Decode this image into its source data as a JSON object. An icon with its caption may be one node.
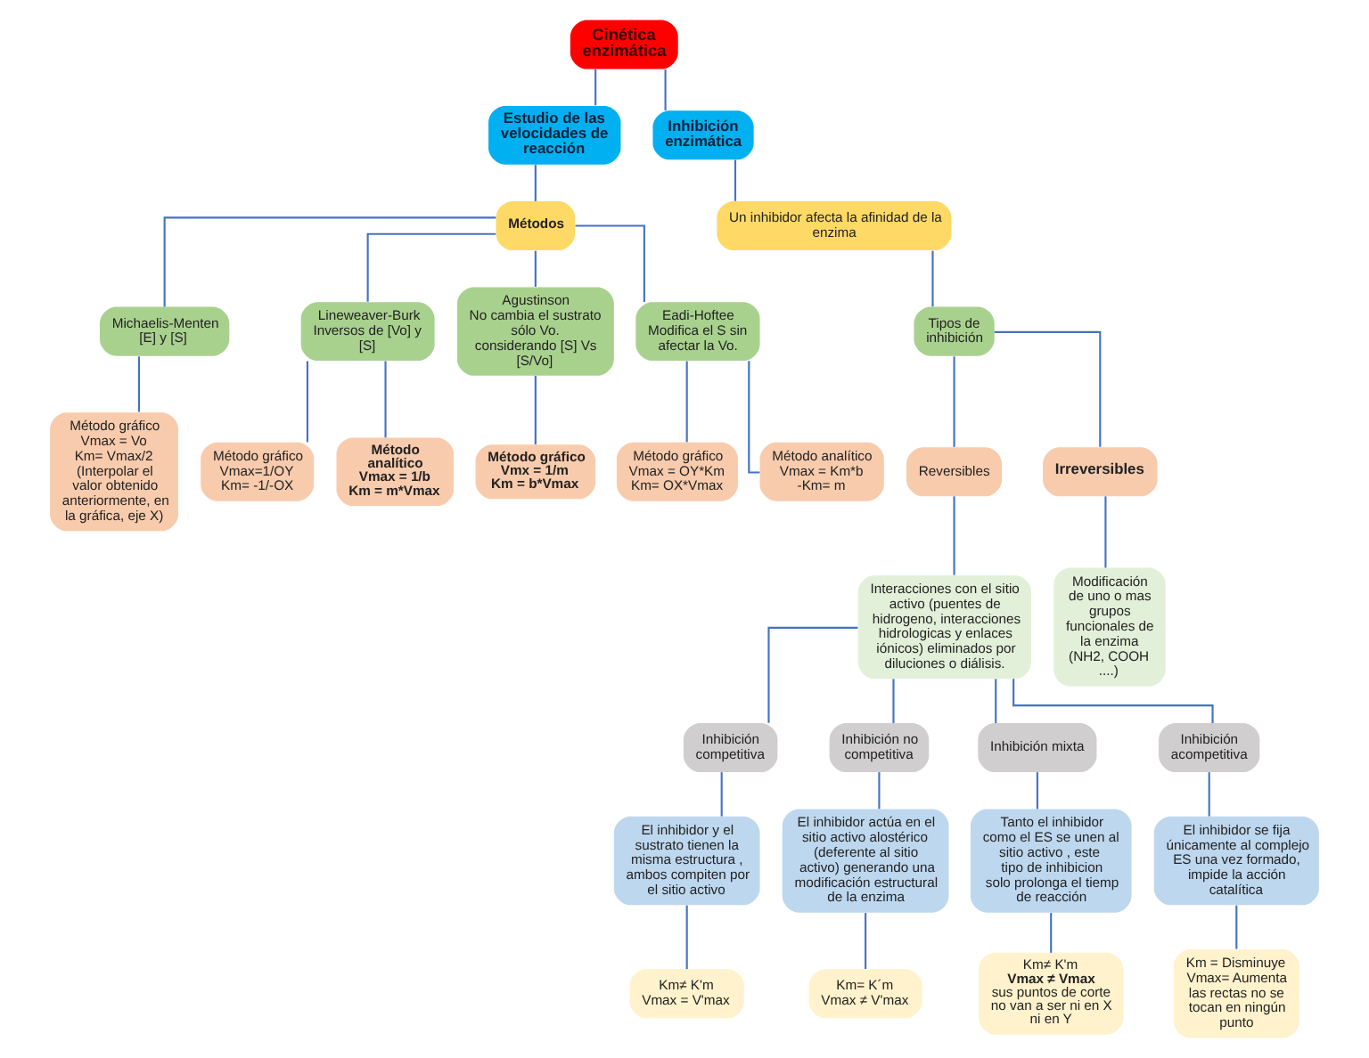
{
  "diagram": {
    "nodes": [
      {
        "text": [
          "Cinética enzimática"
        ]
      },
      {
        "text": [
          "Estudio de las velocidades de reacción"
        ]
      },
      {
        "text": [
          "Métodos"
        ]
      },
      {
        "text": [
          "Michaelis-Menten",
          "[E] y [S]"
        ]
      },
      {
        "text": [
          "Lineweaver-Burk",
          "Inversos de [Vo] y [S]"
        ]
      },
      {
        "text": [
          "Agustinson",
          "No cambia el sustrato sólo Vo.",
          "considerando [S] Vs [S/Vo]"
        ]
      },
      {
        "text": [
          "Eadi-Hoftee",
          "Modifica el S sin afectar la Vo."
        ]
      },
      {
        "text": [
          "Método gráfico",
          "Vmax = Vo",
          "Km= Vmax/2",
          "(Interpolar el valor obtenido anteriormente, en la gráfica, eje X)"
        ]
      },
      {
        "text": [
          "Método gráfico",
          "Vmax=1/OY",
          "Km= -1/-OX"
        ]
      },
      {
        "text": [
          "Método analítico",
          "Vmax = 1/b",
          "Km = m*Vmax"
        ]
      },
      {
        "text": [
          "Método gráfico",
          "Vmx = 1/m",
          "Km = b*Vmax"
        ]
      },
      {
        "text": [
          "Método gráfico",
          "Vmax = OY*Km",
          "Km= OX*Vmax"
        ]
      },
      {
        "text": [
          "Método analítico",
          "Vmax = Km*b",
          "-Km= m"
        ]
      },
      {
        "text": [
          "Inhibición enzimática"
        ]
      },
      {
        "text": [
          "Un inhibidor afecta la afinidad de la enzima"
        ]
      },
      {
        "text": [
          "Tipos de inhibición"
        ]
      },
      {
        "text": [
          "Reversibles"
        ]
      },
      {
        "text": [
          "Irreversibles"
        ]
      },
      {
        "text": [
          "Interacciones con el sitio activo (puentes de hidrogeno, interacciones hidrologicas y enlaces iónicos) eliminados por diluciones o diálisis."
        ]
      },
      {
        "text": [
          "Modificación de uno o mas grupos funcionales de la enzima (NH2, COOH ....)"
        ]
      },
      {
        "text": [
          "Inhibición competitiva"
        ]
      },
      {
        "text": [
          "Inhibición no competitiva"
        ]
      },
      {
        "text": [
          "Inhibición mixta"
        ]
      },
      {
        "text": [
          "Inhibición acompetitiva"
        ]
      },
      {
        "text": [
          "El inhibidor y el sustrato tienen la misma estructura , ambos compiten por el sitio activo"
        ]
      },
      {
        "text": [
          "El inhibidor actúa en el sitio activo alostérico (deferente al sitio activo) generando una modificación estructural de la enzima"
        ]
      },
      {
        "text": [
          "Tanto el inhibidor como el ES se unen al sitio activo , este tipo de inhibicion solo prolonga el tiemp de reacción"
        ]
      },
      {
        "text": [
          "El inhibidor se fija únicamente al complejo ES una vez formado, impide la acción catalítica"
        ]
      },
      {
        "text": [
          "Km≠ K'm",
          "Vmax = V'max"
        ]
      },
      {
        "text": [
          "Km= K´m",
          "Vmax ≠ V'max"
        ]
      },
      {
        "text": [
          "Km≠ K'm",
          "Vmax ≠ Vmax",
          "sus puntos de corte no van a ser ni en X ni en Y"
        ]
      },
      {
        "text": [
          "Km = Disminuye",
          "Vmax= Aumenta",
          "las rectas no se tocan en ningún punto"
        ]
      }
    ],
    "edges": [
      {
        "from": 0,
        "to": 1,
        "arrow": "none"
      },
      {
        "from": 0,
        "to": 13,
        "arrow": "none"
      },
      {
        "from": 1,
        "to": 2,
        "arrow": "none"
      },
      {
        "from": 2,
        "to": 3,
        "arrow": "none"
      },
      {
        "from": 2,
        "to": 4,
        "arrow": "none"
      },
      {
        "from": 2,
        "to": 5,
        "arrow": "none"
      },
      {
        "from": 2,
        "to": 6,
        "arrow": "none"
      },
      {
        "from": 3,
        "to": 7,
        "arrow": "none"
      },
      {
        "from": 4,
        "to": 8,
        "arrow": "none"
      },
      {
        "from": 4,
        "to": 9,
        "arrow": "none"
      },
      {
        "from": 5,
        "to": 10,
        "arrow": "none"
      },
      {
        "from": 6,
        "to": 11,
        "arrow": "none"
      },
      {
        "from": 6,
        "to": 12,
        "arrow": "none"
      },
      {
        "from": 13,
        "to": 14,
        "arrow": "none"
      },
      {
        "from": 14,
        "to": 15,
        "arrow": "none"
      },
      {
        "from": 15,
        "to": 16,
        "arrow": "none"
      },
      {
        "from": 15,
        "to": 17,
        "arrow": "none"
      },
      {
        "from": 16,
        "to": 18,
        "arrow": "none"
      },
      {
        "from": 17,
        "to": 19,
        "arrow": "none"
      },
      {
        "from": 18,
        "to": 20,
        "arrow": "none"
      },
      {
        "from": 18,
        "to": 21,
        "arrow": "none"
      },
      {
        "from": 18,
        "to": 22,
        "arrow": "none"
      },
      {
        "from": 18,
        "to": 23,
        "arrow": "none"
      },
      {
        "from": 20,
        "to": 24,
        "arrow": "none"
      },
      {
        "from": 21,
        "to": 25,
        "arrow": "none"
      },
      {
        "from": 22,
        "to": 26,
        "arrow": "none"
      },
      {
        "from": 23,
        "to": 27,
        "arrow": "none"
      },
      {
        "from": 24,
        "to": 28,
        "arrow": "none"
      },
      {
        "from": 25,
        "to": 29,
        "arrow": "none"
      },
      {
        "from": 26,
        "to": 30,
        "arrow": "none"
      },
      {
        "from": 27,
        "to": 31,
        "arrow": "none"
      }
    ]
  }
}
